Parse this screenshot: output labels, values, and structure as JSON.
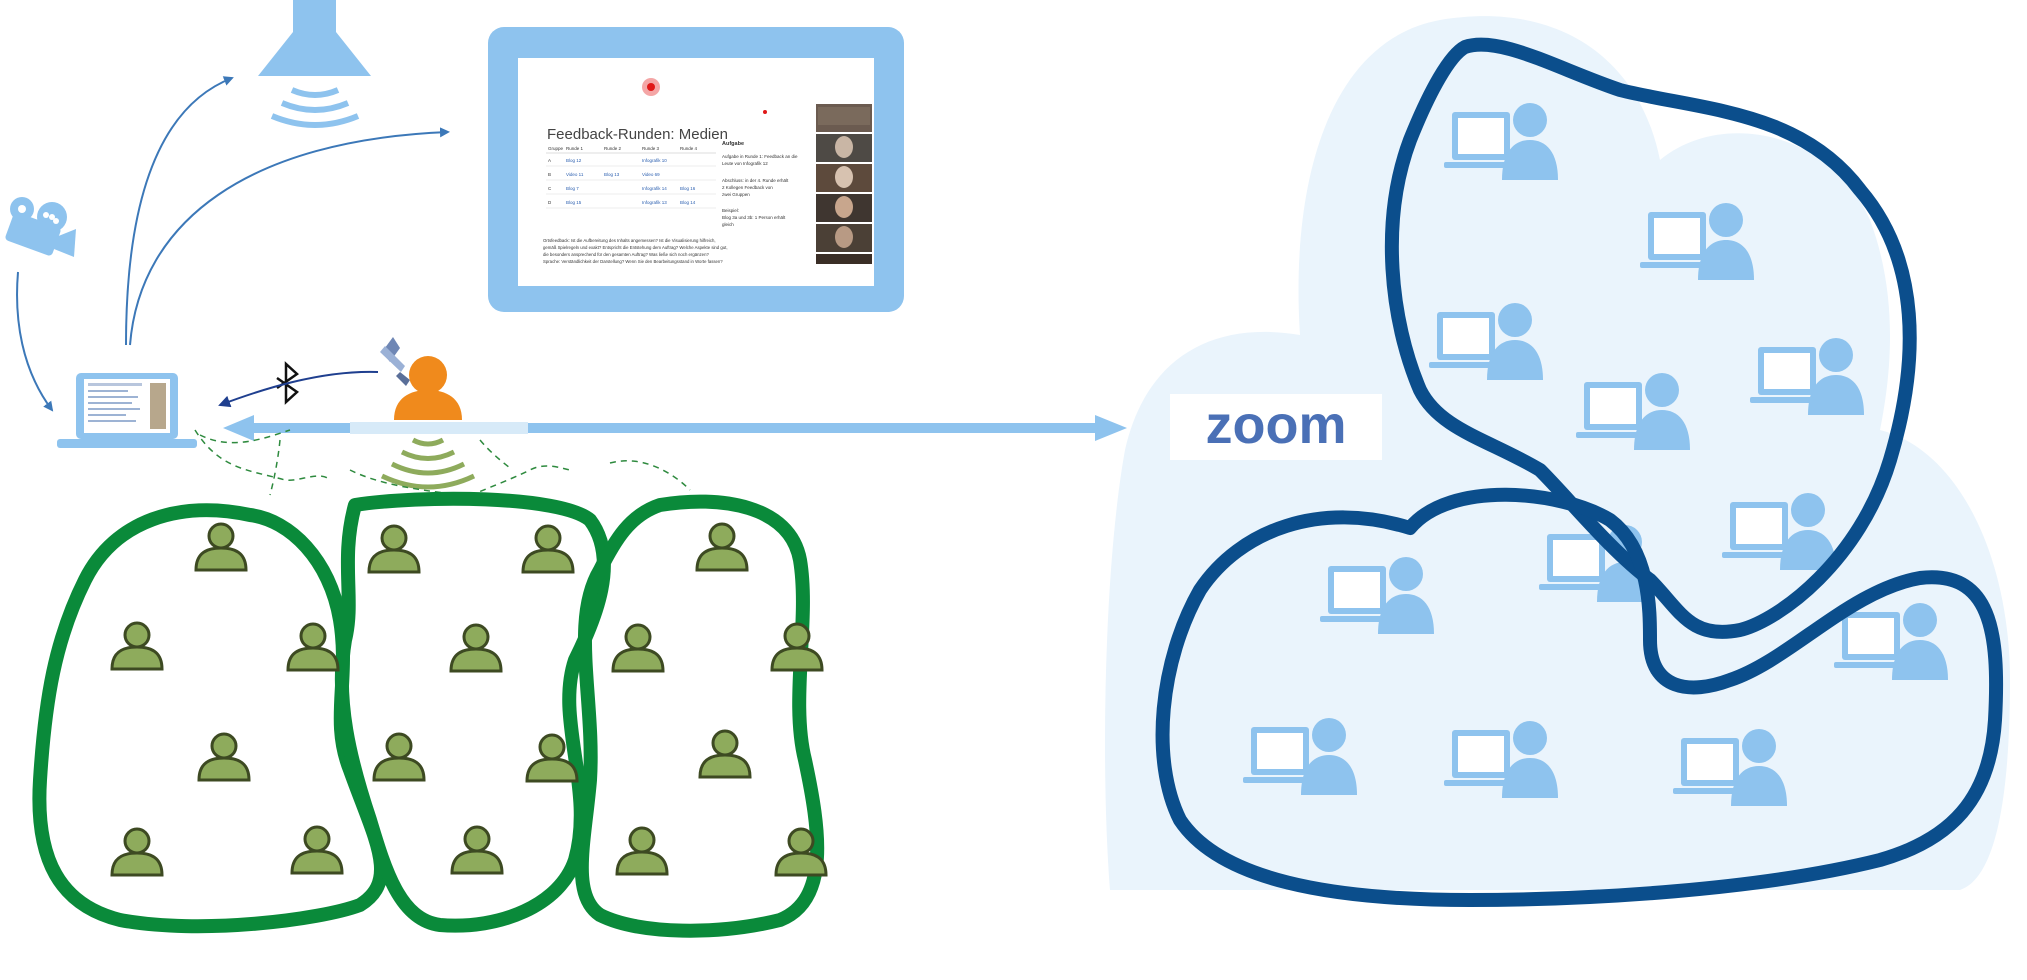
{
  "slide": {
    "title": "Feedback-Runden: Medien",
    "right_heading": "Aufgabe",
    "table_headers": [
      "Gruppe",
      "Runde 1",
      "Runde 2",
      "Runde 3",
      "Runde 4"
    ],
    "table_rows": [
      [
        "A",
        "Blog 12",
        "",
        "Infografik 10",
        ""
      ],
      [
        "B",
        "Video 11",
        "Blog 13",
        "Video 69",
        ""
      ],
      [
        "C",
        "Blog 7",
        "",
        "Infografik 14",
        "Blog 16"
      ],
      [
        "D",
        "Blog 15",
        "",
        "Infografik 13",
        "Blog 14"
      ]
    ],
    "right_lines": [
      "Aufgabe in Runde 1: Feedback an die",
      "Leute von Infografik 12",
      "Abschluss: in der 4. Runde erhält",
      "2 Kollegen Feedback von",
      "zwei Gruppen",
      "Beispiel:",
      "Blog 3a und 3b: 1 Person erhält",
      "gleich"
    ],
    "footer_lines": [
      "Ortsfeedback: Ist die Aufbereitung des Inhalts angemessen? Ist die Visualisierung hilfreich,",
      "gemäß Spielregeln und exakt? Entspricht die Entstehung dem Auftrag? Welche Aspekte sind gut,",
      "die besonders ansprechend für den gesamten Auftrag? Was ließe sich noch ergänzen?",
      "Sprache: Verständlichkeit der Darstellung? Wenn Sie den Bearbeitungsstand in Worte fassen?"
    ]
  },
  "zoom_logo": {
    "text": "zoom"
  },
  "icons": {
    "camera": "video-camera-icon",
    "projector": "ceiling-projector-icon",
    "laptop": "laptop-icon",
    "bluetooth": "bluetooth-icon",
    "presenter": "presenter-with-microphone-icon",
    "wireless": "wireless-signal-icon",
    "local_person": "person-icon",
    "remote_participant": "remote-participant-computer-icon"
  },
  "groups": {
    "local_group_count": 3,
    "local_people_per_group": [
      6,
      6,
      6
    ],
    "remote_breakout_count": 2
  },
  "colors": {
    "light_blue": "#8ec3ee",
    "cloud": "#eaf4fc",
    "dark_blue": "#0b4e8c",
    "green_outline": "#0a8a3a",
    "person_fill": "#8eab5c",
    "person_stroke": "#3d4a22",
    "presenter": "#f08a1c",
    "arrow_blue": "#3c78b8",
    "dashed_green": "#2e8a3e"
  }
}
